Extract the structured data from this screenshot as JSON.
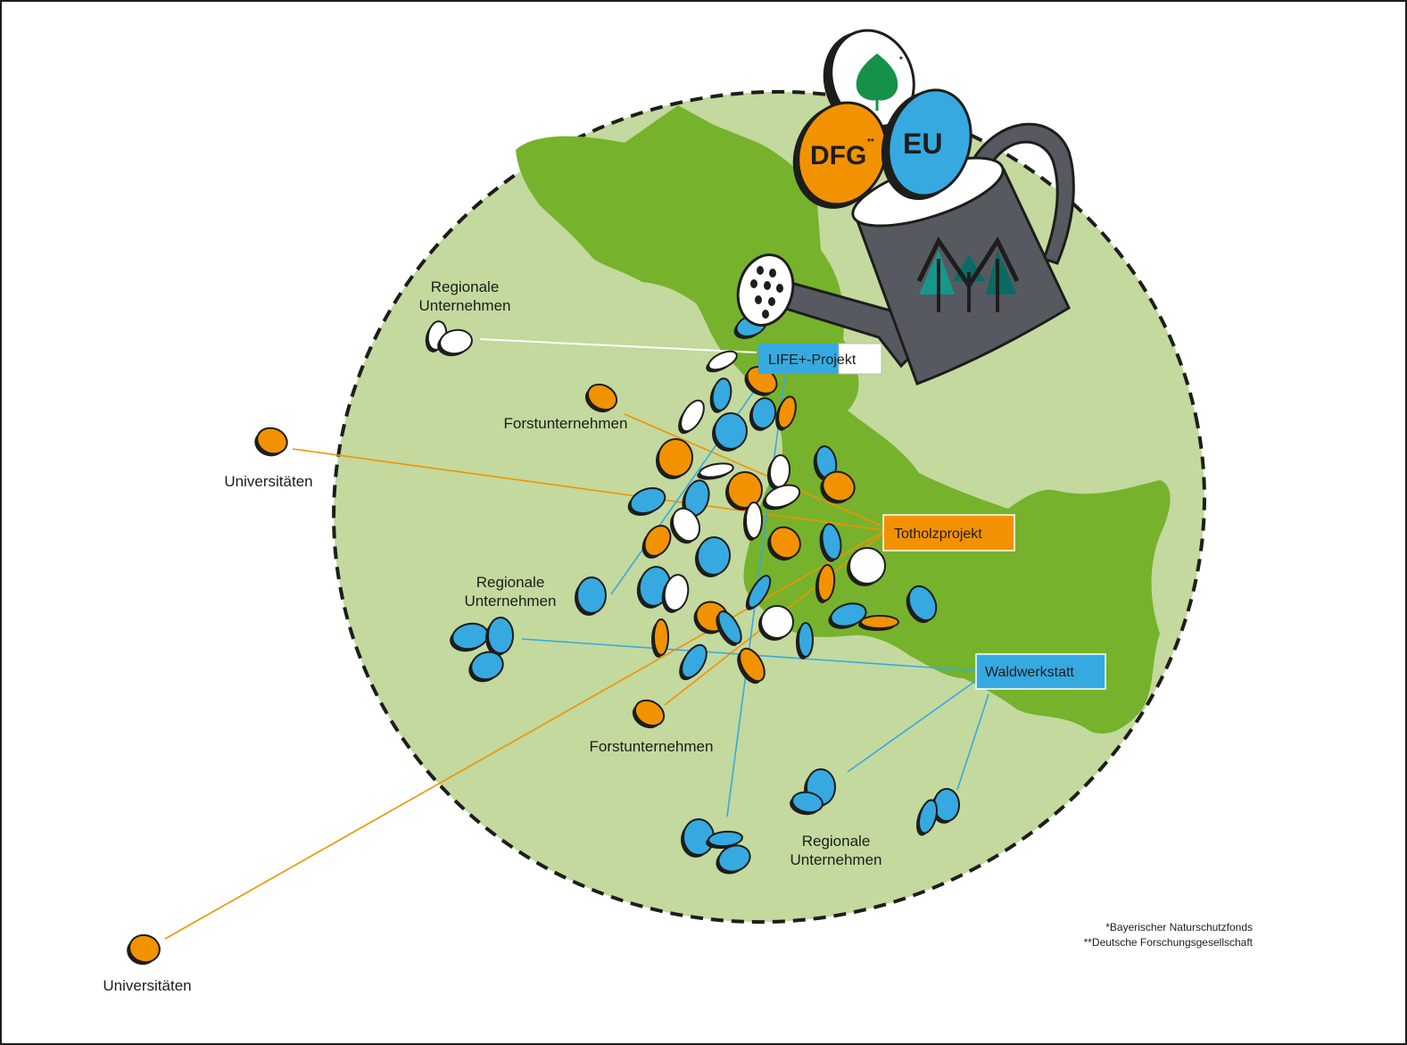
{
  "labels": {
    "regionale_1_line1": "Regionale",
    "regionale_1_line2": "Unternehmen",
    "regionale_2_line1": "Regionale",
    "regionale_2_line2": "Unternehmen",
    "regionale_3_line1": "Regionale",
    "regionale_3_line2": "Unternehmen",
    "forst_1": "Forstunternehmen",
    "forst_2": "Forstunternehmen",
    "uni_1": "Universitäten",
    "uni_2": "Universitäten"
  },
  "projects": {
    "life": "LIFE+-Projekt",
    "totholz": "Totholzprojekt",
    "waldwerkstatt": "Waldwerkstatt"
  },
  "funders": {
    "dfg": "DFG",
    "dfg_mark": "**",
    "eu": "EU",
    "bnf_mark": "*"
  },
  "footnotes": {
    "line1": "*Bayerischer Naturschutzfonds",
    "line2": "**Deutsche Forschungsgesellschaft"
  },
  "colors": {
    "orange": "#f39200",
    "blue": "#36a9e1",
    "light_green": "#c3d99e",
    "dark_green": "#76b22c",
    "can_grey": "#575961",
    "dark_teal": "#0b6a63",
    "teal": "#16978a"
  }
}
